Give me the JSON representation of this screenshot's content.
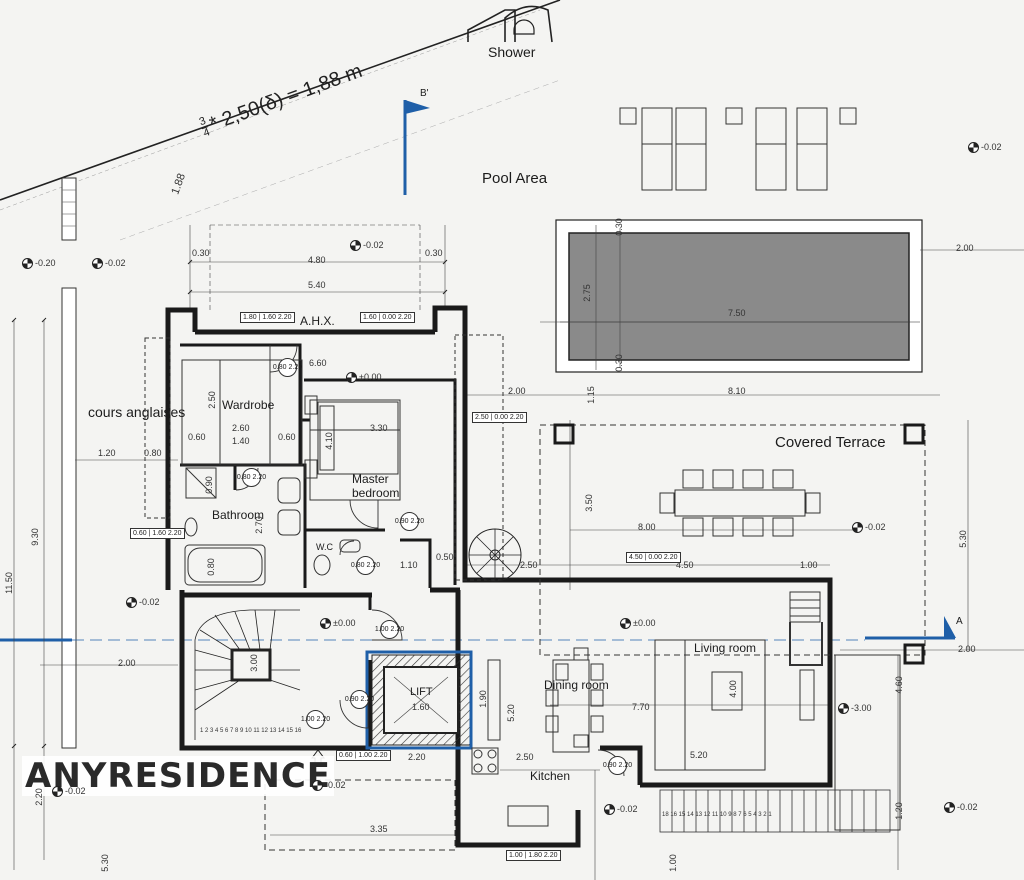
{
  "watermark": "ANYRESIDENCE",
  "formula": {
    "text": "* 2,50(δ) = 1,88 m",
    "num": "3",
    "den": "4"
  },
  "rooms": {
    "shower": "Shower",
    "pool_area": "Pool Area",
    "cours_anglaises": "cours anglaises",
    "wardrobe": "Wardrobe",
    "master_bedroom": "Master bedroom",
    "bathroom": "Bathroom",
    "wc": "W.C",
    "covered_terrace": "Covered Terrace",
    "living_room": "Living room",
    "dining_room": "Dining room",
    "kitchen": "Kitchen",
    "lift": "LIFT",
    "ahx": "A.H.X."
  },
  "section_markers": {
    "b": "B'",
    "a": "A"
  },
  "dimensions": {
    "d188": "1.88",
    "d480": "4.80",
    "d540": "5.40",
    "d030a": "0.30",
    "d030b": "0.30",
    "d660": "6.60",
    "d250": "2.50",
    "d260": "2.60",
    "d140": "1.40",
    "d060a": "0.60",
    "d060b": "0.60",
    "d410": "4.10",
    "d330": "3.30",
    "d120": "1.20",
    "d080": "0.80",
    "d090": "0.90",
    "d270": "2.70",
    "d080b": "0.80",
    "d110": "1.10",
    "d050": "0.50",
    "d930": "9.30",
    "d1150": "11.50",
    "d200": "2.00",
    "d200b": "2.00",
    "d200c": "2.00",
    "d810": "8.10",
    "d750": "7.50",
    "d275": "2.75",
    "d030c": "0.30",
    "d030d": "0.30",
    "d115": "1.15",
    "d350": "3.50",
    "d800": "8.00",
    "d450": "4.50",
    "d100": "1.00",
    "d250b": "2.50",
    "d530": "5.30",
    "d770": "7.70",
    "d520": "5.20",
    "d520b": "5.20",
    "d460": "4.60",
    "d190": "1.90",
    "d160": "1.60",
    "d250c": "2.50",
    "d300": "3.00",
    "d220": "2.20",
    "d220b": "2.20",
    "d335": "3.35",
    "d120b": "1.20",
    "d100b": "1.00",
    "d400": "4.00",
    "d530b": "5.30"
  },
  "levels": {
    "l1": "-0.02",
    "l2": "-0.20",
    "l3": "-0.02",
    "l4": "-0.02",
    "l5": "±0.00",
    "l6": "-0.02",
    "l7": "±0.00",
    "l8": "±0.00",
    "l9": "-3.00",
    "l10": "-0.02",
    "l11": "-0.02",
    "l12": "-0.02",
    "l13": "-0.02",
    "l14": "-0.02"
  },
  "tags": {
    "t1": "1.80 | 1.60 2.20",
    "t2": "1.60 | 0.00 2.20",
    "t3": "2.50 | 0.00 2.20",
    "t4": "0.60 | 1.60 2.20",
    "t5": "4.50 | 0.00 2.20",
    "t6": "0.60 | 1.00 2.20",
    "t7": "1.00 | 1.80 2.20"
  },
  "door_tags": {
    "c1": "0.80 2.20",
    "c2": "0.80 2.20",
    "c3": "0.90 2.20",
    "c4": "0.80 2.20",
    "c5": "1.00 2.20",
    "c6": "0.90 2.20",
    "c7": "1.00 2.20",
    "c8": "0.90 2.20"
  },
  "stair_numbers": {
    "main": "1 2 3 4 5 6 7 8 9 10 11 12 13 14 15 16",
    "right": "18 16 15 14 13 12 11 10 9 8 7 6 5 4 3 2 1"
  }
}
